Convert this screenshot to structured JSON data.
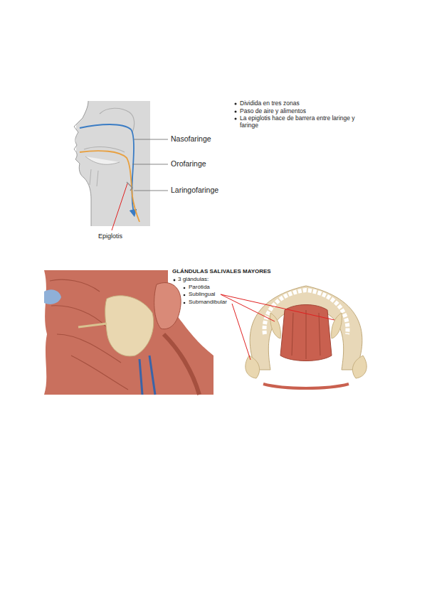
{
  "diagram": {
    "labels": [
      "Nasofaringe",
      "Orofaringe",
      "Laringofaringe",
      "Epiglotis",
      "Dividida en tres zonas",
      "Paso de aire y alimentos",
      "La epiglotis hace de barrera entre laringe y faringe",
      "GLÁNDULAS SALIVALES MAYORES",
      "3 glándulas:",
      "Parótida",
      "Sublingual",
      "Submandibular"
    ]
  }
}
